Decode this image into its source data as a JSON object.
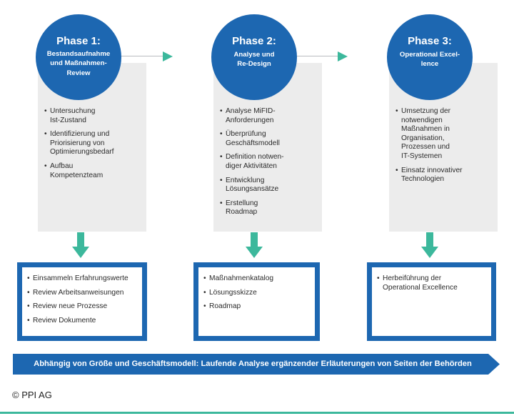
{
  "phases": [
    {
      "title": "Phase 1:",
      "subtitle": "Bestandsaufnahme\nund Maßnahmen-\nReview",
      "activities": [
        "Untersuchung\nIst-Zustand",
        "Identifizierung und\nPriorisierung von\nOptimierungsbedarf",
        "Aufbau\nKompetenzteam"
      ],
      "deliverables": [
        "Einsammeln Erfahrungswerte",
        "Review Arbeitsanweisungen",
        "Review neue Prozesse",
        "Review Dokumente"
      ]
    },
    {
      "title": "Phase 2:",
      "subtitle": "Analyse und\nRe-Design",
      "activities": [
        "Analyse MiFID-\nAnforderungen",
        "Überprüfung\nGeschäftsmodell",
        "Definition notwen-\ndiger Aktivitäten",
        "Entwicklung\nLösungsansätze",
        "Erstellung\nRoadmap"
      ],
      "deliverables": [
        "Maßnahmenkatalog",
        "Lösungsskizze",
        "Roadmap"
      ]
    },
    {
      "title": "Phase 3:",
      "subtitle": "Operational Excel-\nlence",
      "activities": [
        "Umsetzung der\nnotwendigen\nMaßnahmen in\nOrganisation,\nProzessen und\nIT-Systemen",
        "Einsatz innovativer\nTechnologien"
      ],
      "deliverables": [
        "Herbeiführung der\nOperational Excellence"
      ]
    }
  ],
  "banner": "Abhängig von Größe und Geschäftsmodell: Laufende Analyse ergänzender Erläuterungen von Seiten der Behörden",
  "copyright": "© PPI AG",
  "colors": {
    "primary_blue": "#1d67b1",
    "accent_green": "#3cb89c",
    "panel_gray": "#ececec"
  }
}
